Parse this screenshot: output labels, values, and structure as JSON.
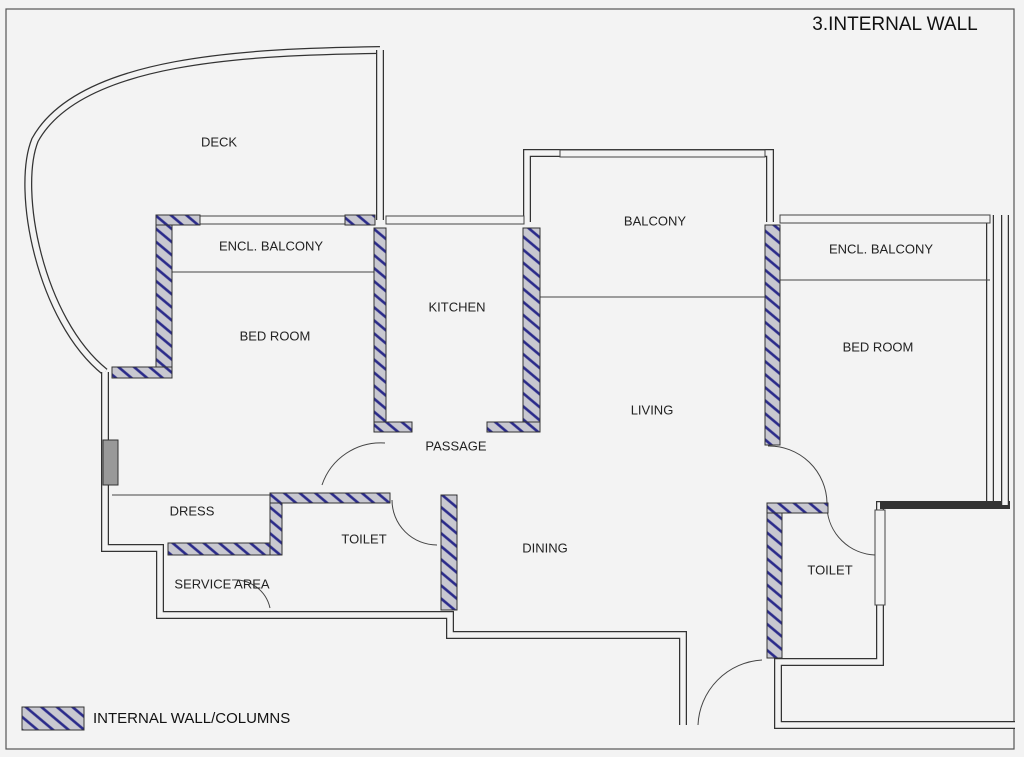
{
  "title": "3.INTERNAL WALL",
  "rooms": {
    "deck": "DECK",
    "encl_balcony_left": "ENCL. BALCONY",
    "bedroom_left": "BED ROOM",
    "kitchen": "KITCHEN",
    "balcony": "BALCONY",
    "encl_balcony_right": "ENCL. BALCONY",
    "bedroom_right": "BED ROOM",
    "living": "LIVING",
    "passage": "PASSAGE",
    "dress": "DRESS",
    "toilet_left": "TOILET",
    "dining": "DINING",
    "service_area": "SERVICE AREA",
    "toilet_right": "TOILET"
  },
  "legend": {
    "label": "INTERNAL WALL/COLUMNS"
  },
  "colors": {
    "hatch_stroke": "#2a2a8a",
    "hatch_fill": "#c8c8d0",
    "wall_line": "#333333"
  }
}
